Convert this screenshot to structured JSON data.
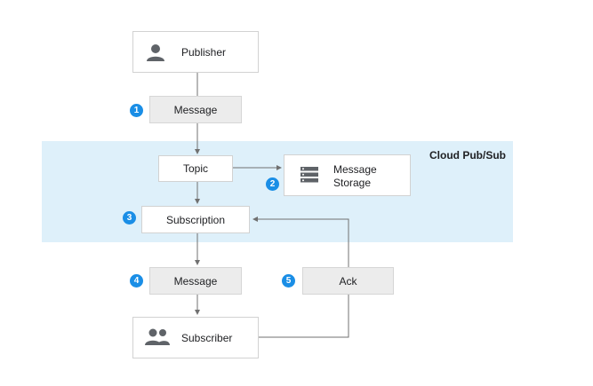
{
  "region": {
    "label": "Cloud Pub/Sub",
    "color": "#def0fa"
  },
  "nodes": {
    "publisher": "Publisher",
    "message_in": "Message",
    "topic": "Topic",
    "storage": "Message\nStorage",
    "subscription": "Subscription",
    "message_out": "Message",
    "ack": "Ack",
    "subscriber": "Subscriber"
  },
  "badges": {
    "b1": "1",
    "b2": "2",
    "b3": "3",
    "b4": "4",
    "b5": "5"
  },
  "colors": {
    "badge": "#1a8ee6",
    "connector": "#707070"
  },
  "icons": {
    "publisher": "person-icon",
    "storage": "storage-icon",
    "subscriber": "people-icon"
  }
}
